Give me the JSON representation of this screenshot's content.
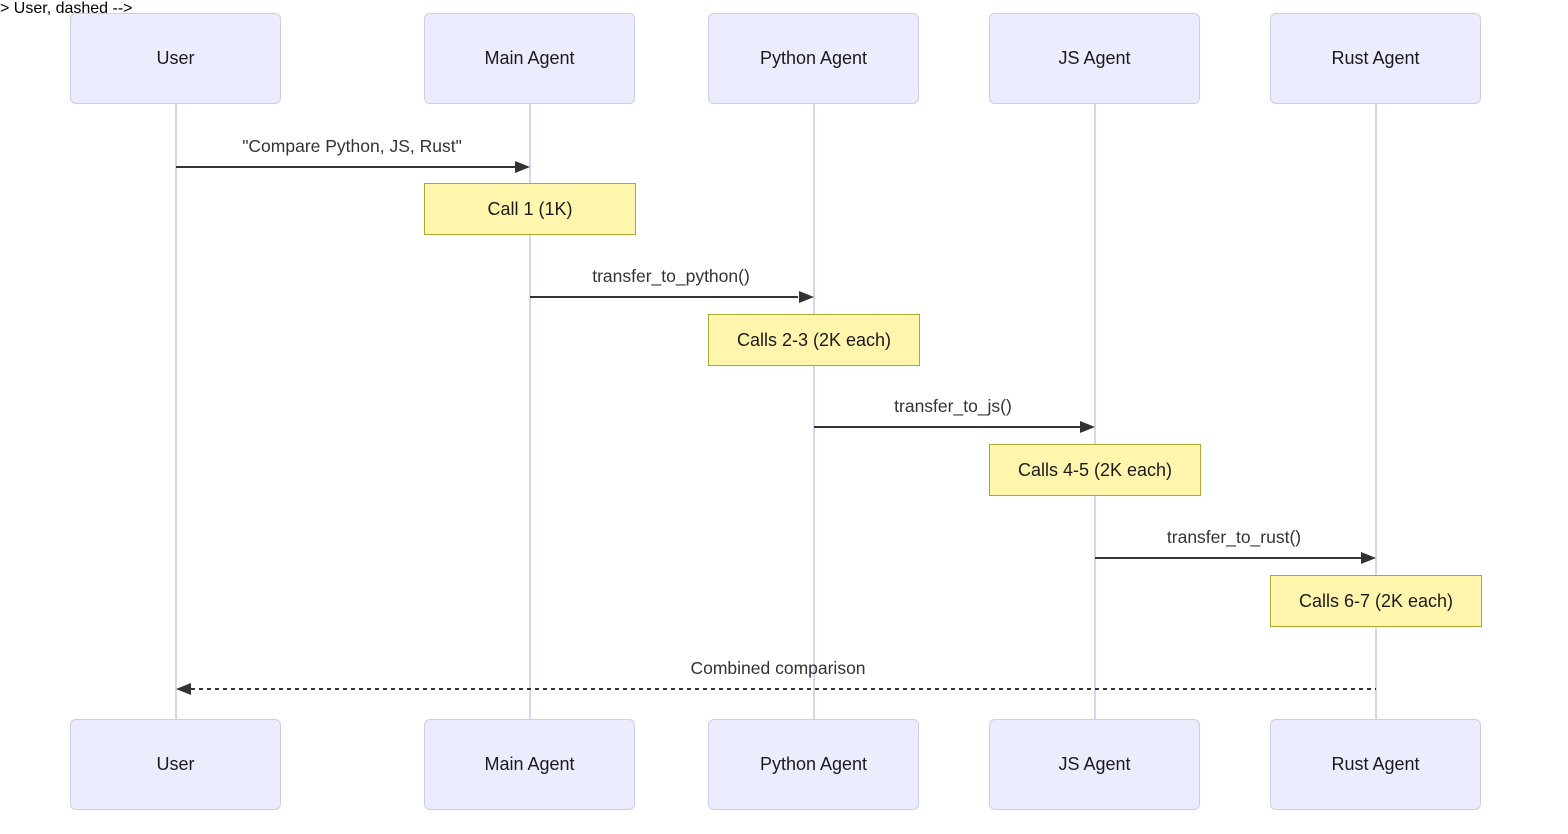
{
  "diagram": {
    "type": "sequence-diagram",
    "actors": [
      {
        "id": "user",
        "label": "User"
      },
      {
        "id": "main",
        "label": "Main Agent"
      },
      {
        "id": "python",
        "label": "Python Agent"
      },
      {
        "id": "js",
        "label": "JS Agent"
      },
      {
        "id": "rust",
        "label": "Rust Agent"
      }
    ],
    "messages": [
      {
        "from": "User",
        "to": "Main Agent",
        "label": "\"Compare Python, JS, Rust\"",
        "line": "solid",
        "direction": "right"
      },
      {
        "from": "Main Agent",
        "to": "Python Agent",
        "label": "transfer_to_python()",
        "line": "solid",
        "direction": "right"
      },
      {
        "from": "Python Agent",
        "to": "JS Agent",
        "label": "transfer_to_js()",
        "line": "solid",
        "direction": "right"
      },
      {
        "from": "JS Agent",
        "to": "Rust Agent",
        "label": "transfer_to_rust()",
        "line": "solid",
        "direction": "right"
      },
      {
        "from": "Rust Agent",
        "to": "User",
        "label": "Combined comparison",
        "line": "dashed",
        "direction": "left"
      }
    ],
    "notes": [
      {
        "over": "Main Agent",
        "label": "Call 1 (1K)"
      },
      {
        "over": "Python Agent",
        "label": "Calls 2-3 (2K each)"
      },
      {
        "over": "JS Agent",
        "label": "Calls 4-5 (2K each)"
      },
      {
        "over": "Rust Agent",
        "label": "Calls 6-7 (2K each)"
      }
    ],
    "colors": {
      "background": "#FFFFFF",
      "actor_fill": "#ECECFF",
      "actor_border": "#CFCDE6",
      "lifeline": "#D8D4EC",
      "note_fill": "#FFF5AD",
      "note_border": "#AAAA33",
      "arrow": "#333333",
      "text": "#333333"
    }
  }
}
